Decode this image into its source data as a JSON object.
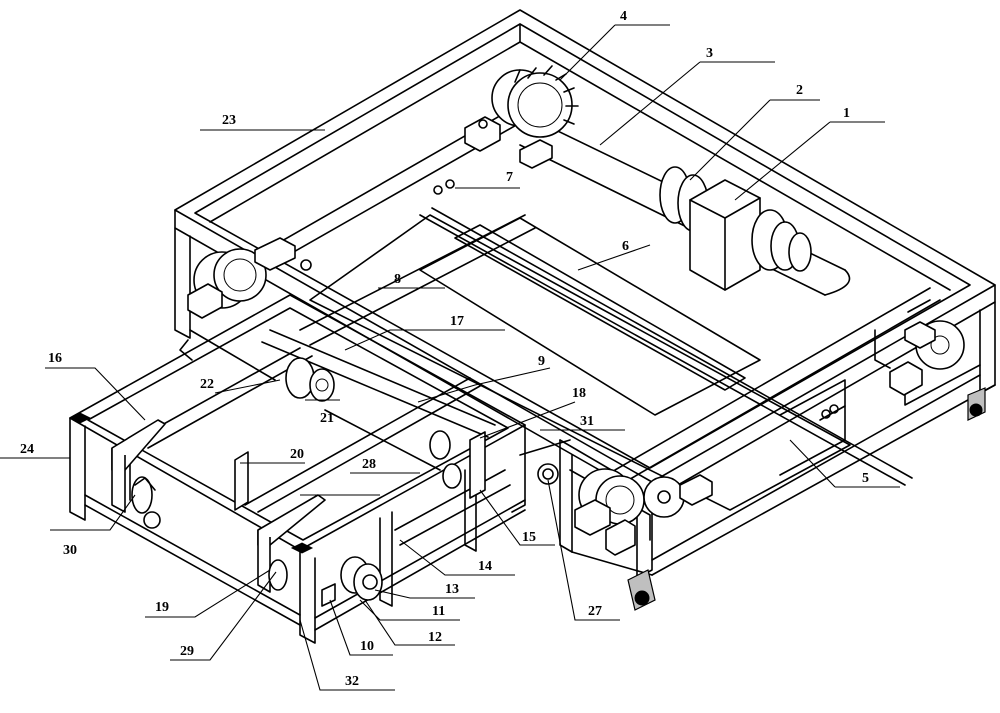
{
  "callouts": [
    {
      "id": "c1",
      "label": "1"
    },
    {
      "id": "c2",
      "label": "2"
    },
    {
      "id": "c3",
      "label": "3"
    },
    {
      "id": "c4",
      "label": "4"
    },
    {
      "id": "c5",
      "label": "5"
    },
    {
      "id": "c6",
      "label": "6"
    },
    {
      "id": "c7",
      "label": "7"
    },
    {
      "id": "c8",
      "label": "8"
    },
    {
      "id": "c9",
      "label": "9"
    },
    {
      "id": "c10",
      "label": "10"
    },
    {
      "id": "c11",
      "label": "11"
    },
    {
      "id": "c12",
      "label": "12"
    },
    {
      "id": "c13",
      "label": "13"
    },
    {
      "id": "c14",
      "label": "14"
    },
    {
      "id": "c15",
      "label": "15"
    },
    {
      "id": "c16",
      "label": "16"
    },
    {
      "id": "c17",
      "label": "17"
    },
    {
      "id": "c18",
      "label": "18"
    },
    {
      "id": "c19",
      "label": "19"
    },
    {
      "id": "c20",
      "label": "20"
    },
    {
      "id": "c21",
      "label": "21"
    },
    {
      "id": "c22",
      "label": "22"
    },
    {
      "id": "c23",
      "label": "23"
    },
    {
      "id": "c24",
      "label": "24"
    },
    {
      "id": "c27",
      "label": "27"
    },
    {
      "id": "c28",
      "label": "28"
    },
    {
      "id": "c29",
      "label": "29"
    },
    {
      "id": "c30",
      "label": "30"
    },
    {
      "id": "c31",
      "label": "31"
    },
    {
      "id": "c32",
      "label": "32"
    }
  ]
}
